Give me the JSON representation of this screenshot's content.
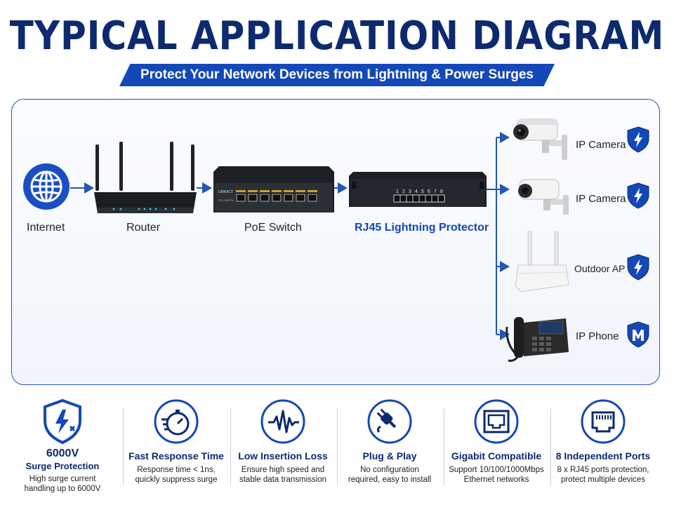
{
  "header": {
    "title": "TYPICAL APPLICATION DIAGRAM",
    "subtitle": "Protect Your Network Devices from Lightning & Power Surges"
  },
  "chain": [
    {
      "label": "Internet",
      "icon": "globe-icon"
    },
    {
      "label": "Router",
      "icon": "router-icon"
    },
    {
      "label": "PoE Switch",
      "icon": "poe-switch-icon"
    },
    {
      "label": "RJ45 Lightning Protector",
      "icon": "lightning-protector-icon"
    }
  ],
  "devices": [
    {
      "label": "IP Camera",
      "icon": "ip-camera-icon"
    },
    {
      "label": "IP Camera",
      "icon": "ip-camera-icon"
    },
    {
      "label": "Outdoor AP",
      "icon": "outdoor-ap-icon"
    },
    {
      "label": "IP Phone",
      "icon": "ip-phone-icon"
    }
  ],
  "device_text": {
    "switch_brand": "LINKACT",
    "switch_model": "POE SWITCH",
    "protector_ports": [
      "1",
      "2",
      "3",
      "4",
      "5",
      "6",
      "7",
      "8"
    ]
  },
  "features": [
    {
      "title": "6000V",
      "title_sub": "Surge Protection",
      "desc_1": "High surge current",
      "desc_2": "handling up to 6000V",
      "icon": "surge-shield-icon"
    },
    {
      "title": "Fast Response Time",
      "desc_1": "Response time < 1ns,",
      "desc_2": "quickly suppress surge",
      "icon": "stopwatch-icon"
    },
    {
      "title": "Low Insertion Loss",
      "desc_1": "Ensure high speed and",
      "desc_2": "stable data transmission",
      "icon": "waveform-icon"
    },
    {
      "title": "Plug & Play",
      "desc_1": "No configuration",
      "desc_2": "required, easy to install",
      "icon": "plug-icon"
    },
    {
      "title": "Gigabit Compatible",
      "desc_1": "Support 10/100/1000Mbps",
      "desc_2": "Ethernet networks",
      "icon": "ethernet-port-icon"
    },
    {
      "title": "8 Independent Ports",
      "desc_1": "8 x RJ45 ports protection,",
      "desc_2": "protect multiple devices",
      "icon": "rj45-port-icon"
    }
  ],
  "colors": {
    "navy": "#0d2a6e",
    "accent_blue": "#1448b8",
    "arrow_blue": "#2455b8"
  }
}
